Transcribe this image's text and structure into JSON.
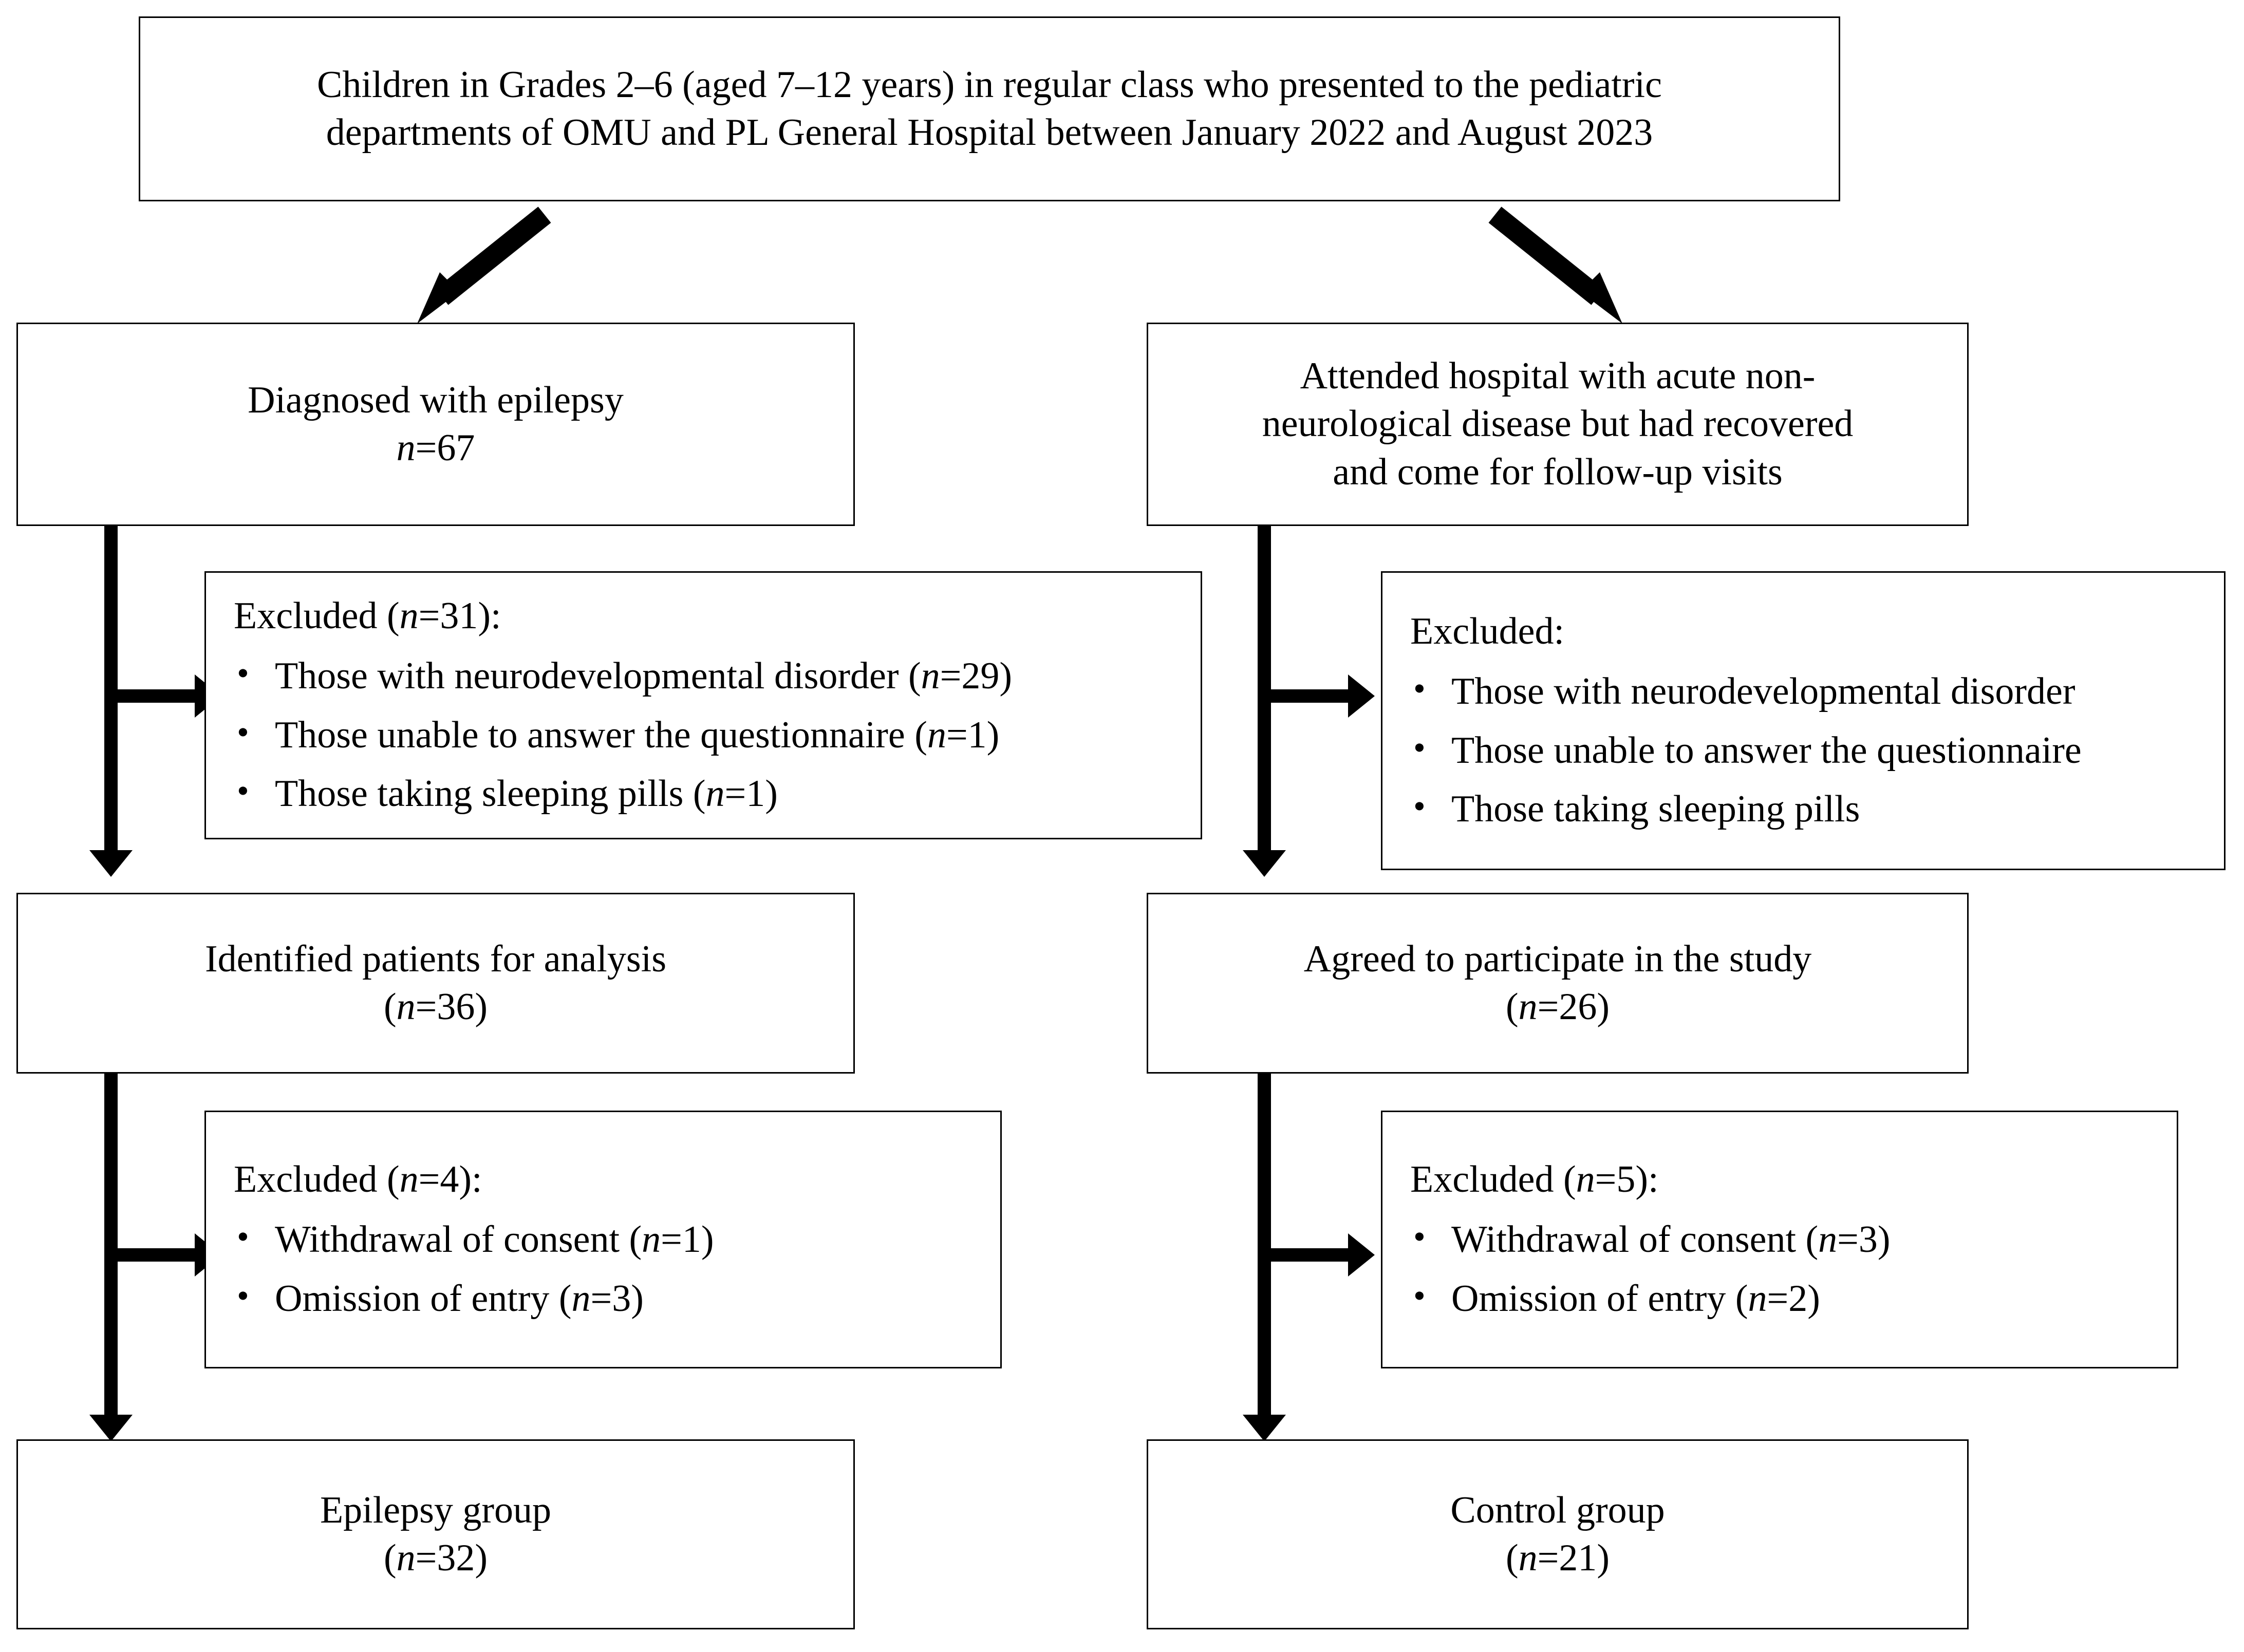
{
  "diagram": {
    "type": "study-participant-flowchart",
    "source_box": {
      "line1": "Children in Grades 2–6 (aged 7–12 years) in regular class who presented to the pediatric",
      "line2": "departments of OMU and PL General Hospital between January 2022 and August 2023"
    },
    "left_branch": {
      "eligible": {
        "title": "Diagnosed with epilepsy",
        "count": "(n=67)"
      },
      "exclusion_1": {
        "title": "Excluded (n=31):",
        "items": [
          "Those with neurodevelopmental disorder (n=29)",
          "Those unable to answer the questionnaire (n=1)",
          "Those taking sleeping pills (n=1)"
        ]
      },
      "identified": {
        "title": "Identified patients for analysis",
        "count": "(n=36)"
      },
      "exclusion_2": {
        "title": "Excluded (n=4):",
        "items": [
          "Withdrawal of consent (n=1)",
          "Omission of entry (n=3)"
        ]
      },
      "final": {
        "title": "Epilepsy group",
        "count": "(n=32)"
      }
    },
    "right_branch": {
      "eligible": {
        "line1": "Attended hospital with acute non-",
        "line2": "neurological disease but had recovered",
        "line3": "and come for follow-up visits"
      },
      "exclusion_1": {
        "title": "Excluded:",
        "items": [
          "Those with neurodevelopmental disorder",
          "Those unable to answer the questionnaire",
          "Those taking sleeping pills"
        ]
      },
      "identified": {
        "title": "Agreed to participate in the study",
        "count": "(n=26)"
      },
      "exclusion_2": {
        "title": "Excluded (n=5):",
        "items": [
          "Withdrawal of consent (n=3)",
          "Omission of entry (n=2)"
        ]
      },
      "final": {
        "title": "Control group",
        "count": "(n=21)"
      }
    },
    "colors": {
      "stroke": "#000000",
      "background": "#ffffff",
      "text": "#000000"
    }
  }
}
